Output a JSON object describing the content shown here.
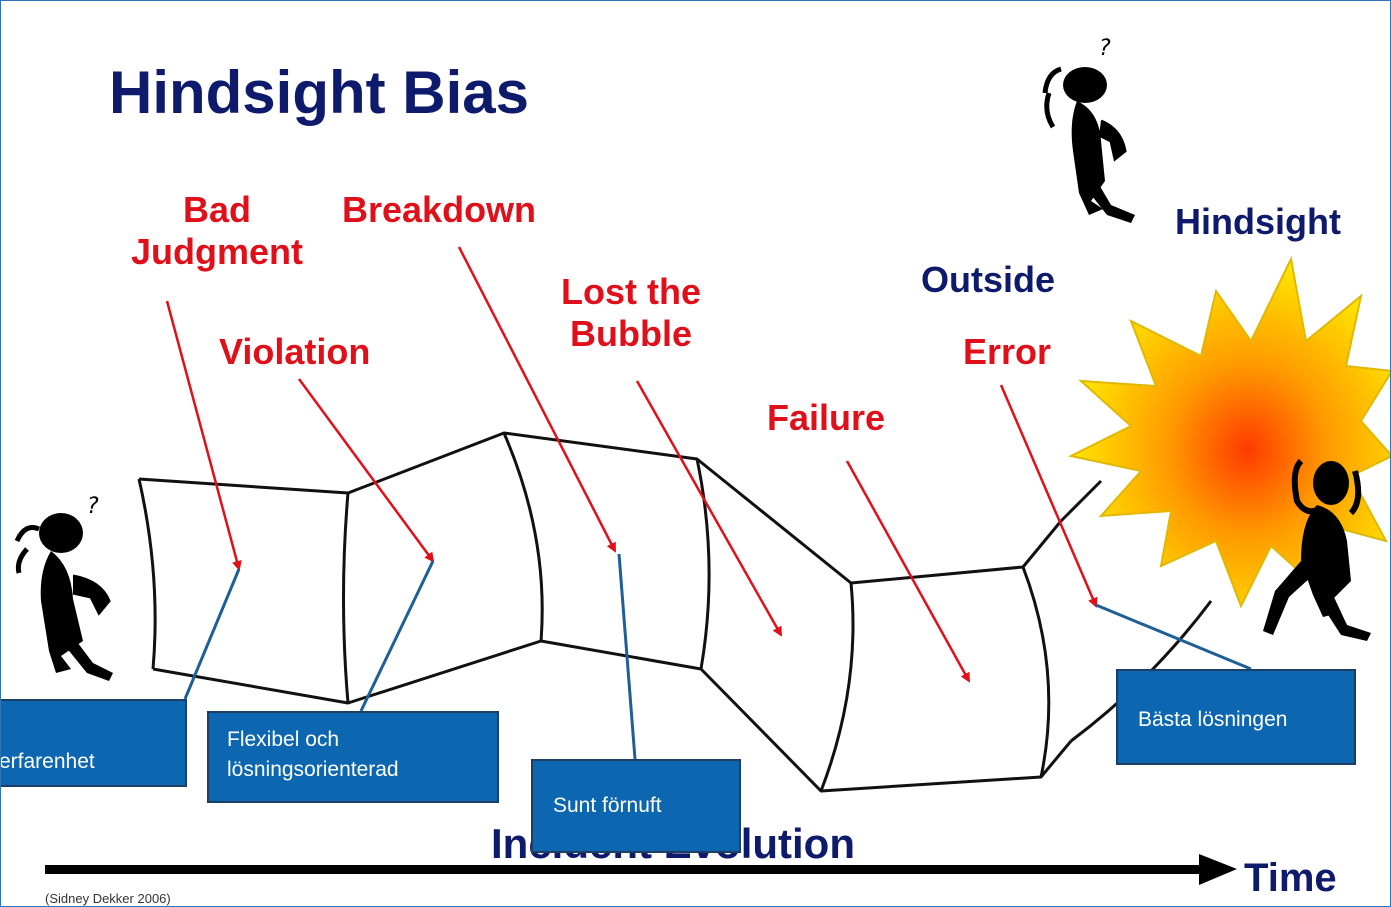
{
  "slide": {
    "title": "Hindsight Bias",
    "labels": {
      "bad_judgment": [
        "Bad",
        "Judgment"
      ],
      "breakdown": "Breakdown",
      "violation": "Violation",
      "lost_the_bubble": [
        "Lost the",
        "Bubble"
      ],
      "failure": "Failure",
      "outside": "Outside",
      "error": "Error",
      "hindsight": "Hindsight"
    },
    "axis_title": "Incident Evolution",
    "time_label": "Time",
    "citation": "(Sidney Dekker 2006)",
    "callouts": {
      "erfarenhet": "erfarenhet",
      "flexibel": [
        "Flexibel och",
        "lösningsorienterad"
      ],
      "sunt_fornuft": "Sunt förnuft",
      "basta": "Bästa lösningen"
    },
    "question_mark": "?"
  },
  "colors": {
    "title": "#0e1a6b",
    "bad_label": "#e0101a",
    "arrow": "#e0101a",
    "callout_fill": "#0c67b0",
    "callout_line": "#1f5f95",
    "tube_stroke": "#111111",
    "burst_outer": "#ffe600",
    "burst_inner": "#ff3b00"
  },
  "icons": {
    "left_figure": "confused-person-icon",
    "top_figure": "confused-person-icon",
    "right_figure": "head-scratching-person-icon",
    "burst": "starburst-icon"
  }
}
